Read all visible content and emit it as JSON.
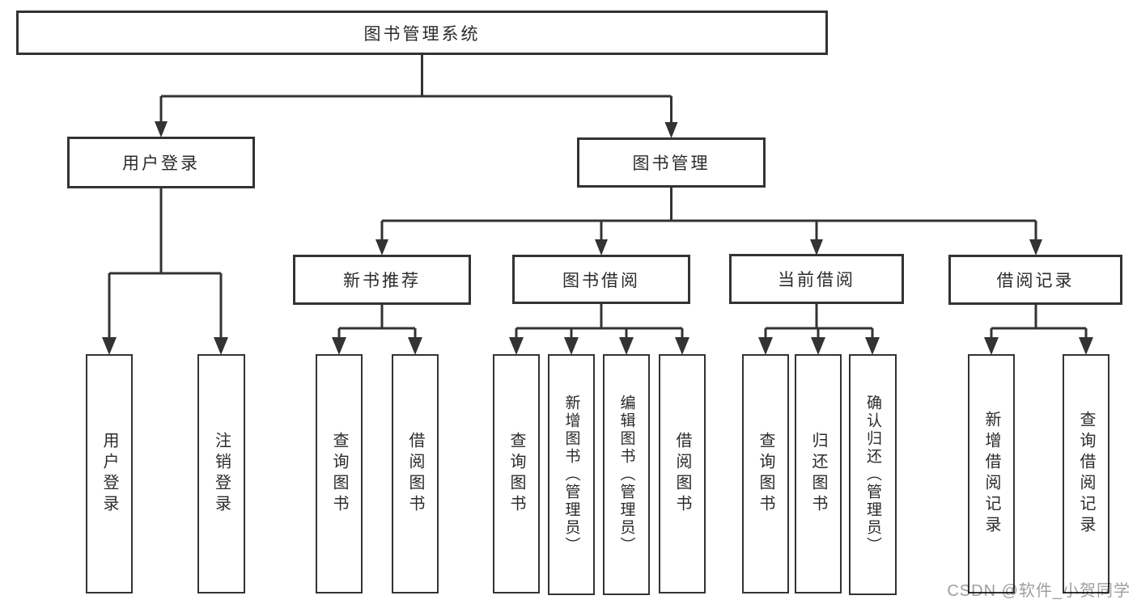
{
  "tree": {
    "root": "图书管理系统",
    "user_login": {
      "label": "用户登录",
      "children": [
        "用户登录",
        "注销登录"
      ]
    },
    "book_mgmt": {
      "label": "图书管理",
      "groups": [
        {
          "label": "新书推荐",
          "children": [
            "查询图书",
            "借阅图书"
          ]
        },
        {
          "label": "图书借阅",
          "children": [
            "查询图书",
            "新增图书（管理员）",
            "编辑图书（管理员）",
            "借阅图书"
          ]
        },
        {
          "label": "当前借阅",
          "children": [
            "查询图书",
            "归还图书",
            "确认归还（管理员）"
          ]
        },
        {
          "label": "借阅记录",
          "children": [
            "新增借阅记录",
            "查询借阅记录"
          ]
        }
      ]
    }
  },
  "watermark": "CSDN @软件_小贺同学",
  "colors": {
    "line": "#333333",
    "box_fill": "#ffffff",
    "text": "#2b2b2b",
    "watermark": "#9e9e9e"
  }
}
